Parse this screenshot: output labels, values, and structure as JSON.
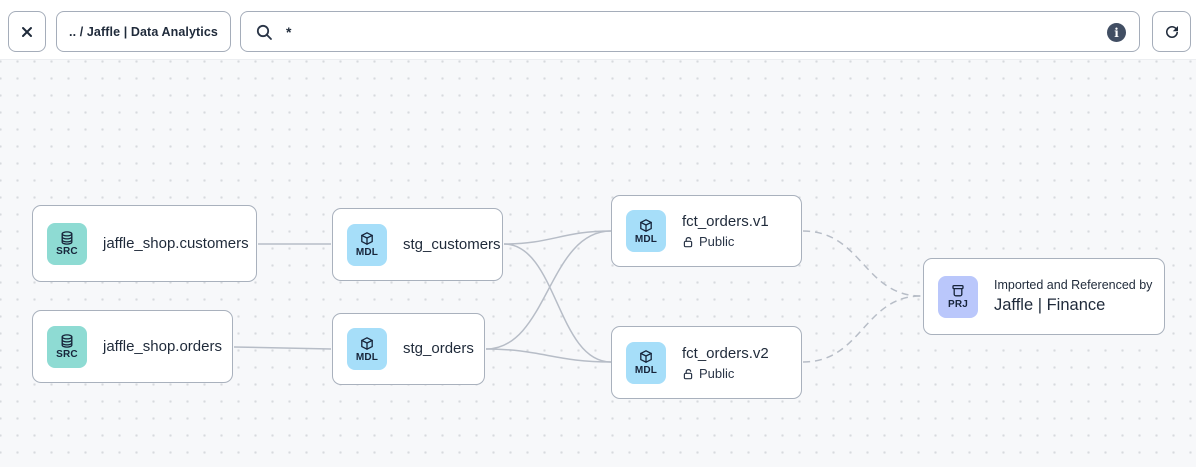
{
  "toolbar": {
    "breadcrumb": ".. / Jaffle | Data Analytics",
    "search_value": "*",
    "info_label": "i"
  },
  "graph": {
    "nodes": {
      "src_customers": {
        "badge": "SRC",
        "label": "jaffle_shop.customers"
      },
      "src_orders": {
        "badge": "SRC",
        "label": "jaffle_shop.orders"
      },
      "stg_customers": {
        "badge": "MDL",
        "label": "stg_customers"
      },
      "stg_orders": {
        "badge": "MDL",
        "label": "stg_orders"
      },
      "fct_orders_v1": {
        "badge": "MDL",
        "label": "fct_orders.v1",
        "access": "Public"
      },
      "fct_orders_v2": {
        "badge": "MDL",
        "label": "fct_orders.v2",
        "access": "Public"
      },
      "project": {
        "badge": "PRJ",
        "subtitle": "Imported and Referenced by",
        "label": "Jaffle | Finance"
      }
    },
    "edges": [
      {
        "from": "src_customers",
        "to": "stg_customers",
        "style": "solid"
      },
      {
        "from": "src_orders",
        "to": "stg_orders",
        "style": "solid"
      },
      {
        "from": "stg_customers",
        "to": "fct_orders_v1",
        "style": "solid"
      },
      {
        "from": "stg_customers",
        "to": "fct_orders_v2",
        "style": "solid"
      },
      {
        "from": "stg_orders",
        "to": "fct_orders_v1",
        "style": "solid"
      },
      {
        "from": "stg_orders",
        "to": "fct_orders_v2",
        "style": "solid"
      },
      {
        "from": "fct_orders_v1",
        "to": "project",
        "style": "dashed"
      },
      {
        "from": "fct_orders_v2",
        "to": "project",
        "style": "dashed"
      }
    ]
  },
  "icons": {
    "close-icon": "x-cross",
    "search-icon": "magnifying-glass",
    "info-icon": "filled-circle-i",
    "refresh-icon": "circular-arrow",
    "database-icon": "cylinder-stack",
    "model-icon": "3d-cube",
    "project-icon": "archive-box",
    "unlock-icon": "open-padlock"
  },
  "colors": {
    "source_badge_bg": "#8edbd3",
    "model_badge_bg": "#a6def9",
    "project_badge_bg": "#bac7fb",
    "badge_text": "#17243a",
    "node_border": "#a9b1bd",
    "node_text": "#1f2a3a",
    "edge": "#b7bdc7",
    "canvas_bg": "#f7f8fa",
    "canvas_dot": "#d7dade",
    "topbar_bg": "#ffffff",
    "info_icon_bg": "#414e63"
  }
}
